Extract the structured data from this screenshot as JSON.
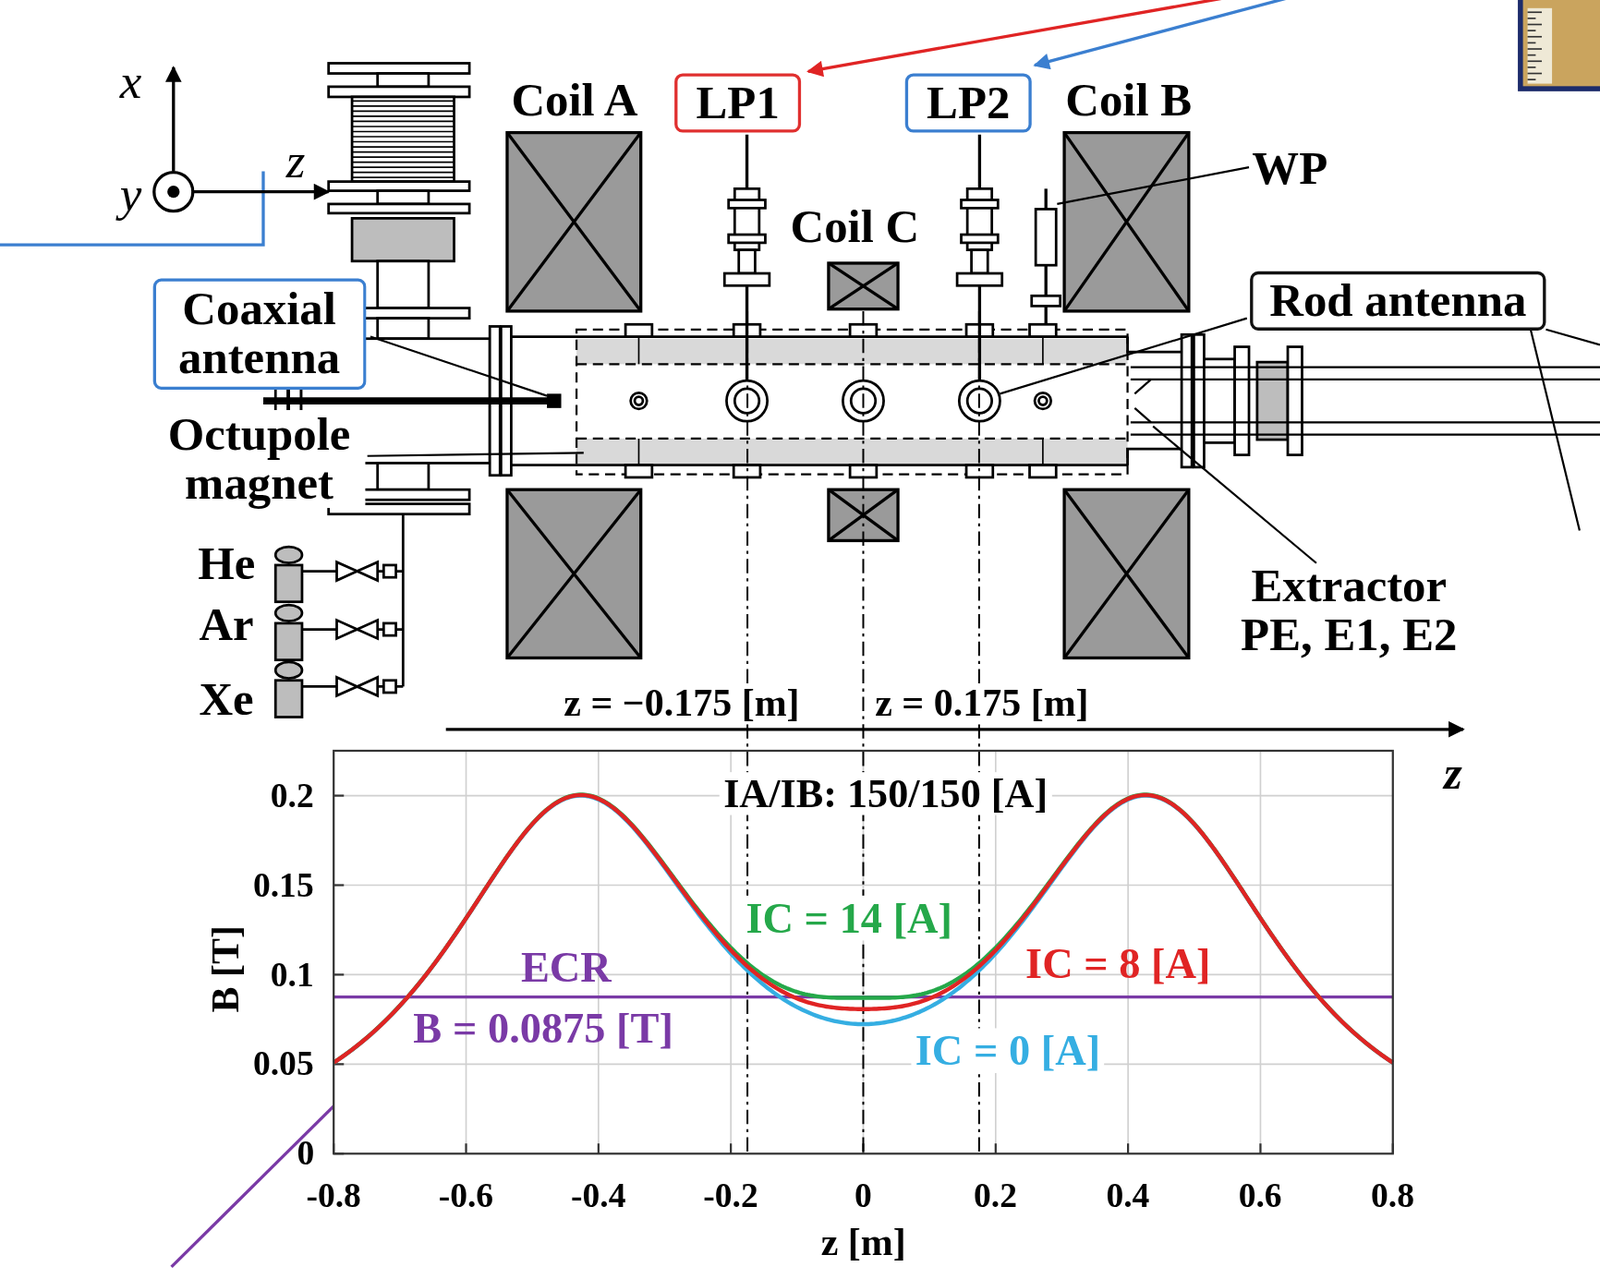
{
  "diagram": {
    "nodes": [
      {
        "text": [
          "LP1"
        ]
      },
      {
        "text": [
          "LP2"
        ]
      },
      {
        "text": [
          "Coaxial antenna"
        ]
      },
      {
        "text": [
          "Rod antenna"
        ]
      }
    ],
    "labels": [
      "x",
      "z",
      "y",
      "Coil A",
      "Coil B",
      "WP",
      "Coil C",
      "Octupole magnet",
      "He",
      "Ar",
      "Xe",
      "Extractor PE, E1, E2",
      "z = −0.175 [m]",
      "z = 0.175 [m]",
      "z",
      "IA/IB: 150/150 [A]",
      "IC = 14 [A]",
      "IC = 8 [A]",
      "ECR",
      "B = 0.0875 [T]",
      "IC = 0 [A]",
      "B [T]",
      "0.2",
      "0.15",
      "0.1",
      "0.05",
      "0",
      "-0.8",
      "-0.6",
      "-0.4",
      "-0.2",
      "0",
      "0.2",
      "0.4",
      "0.6",
      "0.8",
      "z [m]"
    ]
  }
}
